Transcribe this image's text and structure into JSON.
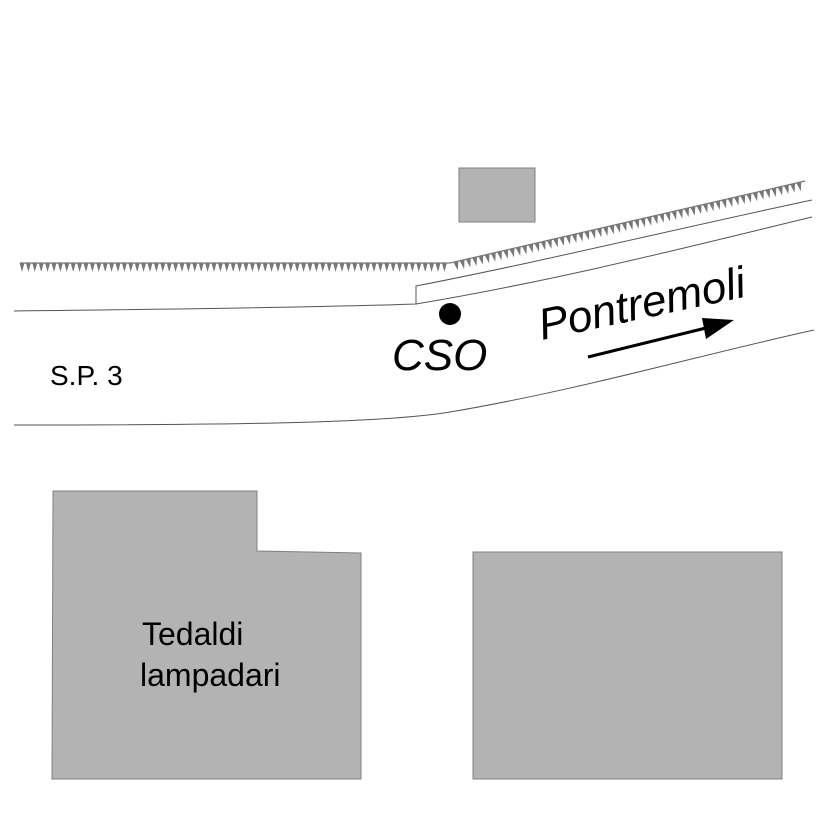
{
  "map": {
    "road_label": "S.P. 3",
    "point_label": "CSO",
    "direction_label": "Pontremoli",
    "building_label_line1": "Tedaldi",
    "building_label_line2": "lampadari",
    "colors": {
      "background": "#ffffff",
      "building_fill": "#b3b3b3",
      "building_stroke": "#808080",
      "road_line": "#555555",
      "embankment_tick": "#777777",
      "point": "#000000",
      "text": "#000000"
    }
  }
}
